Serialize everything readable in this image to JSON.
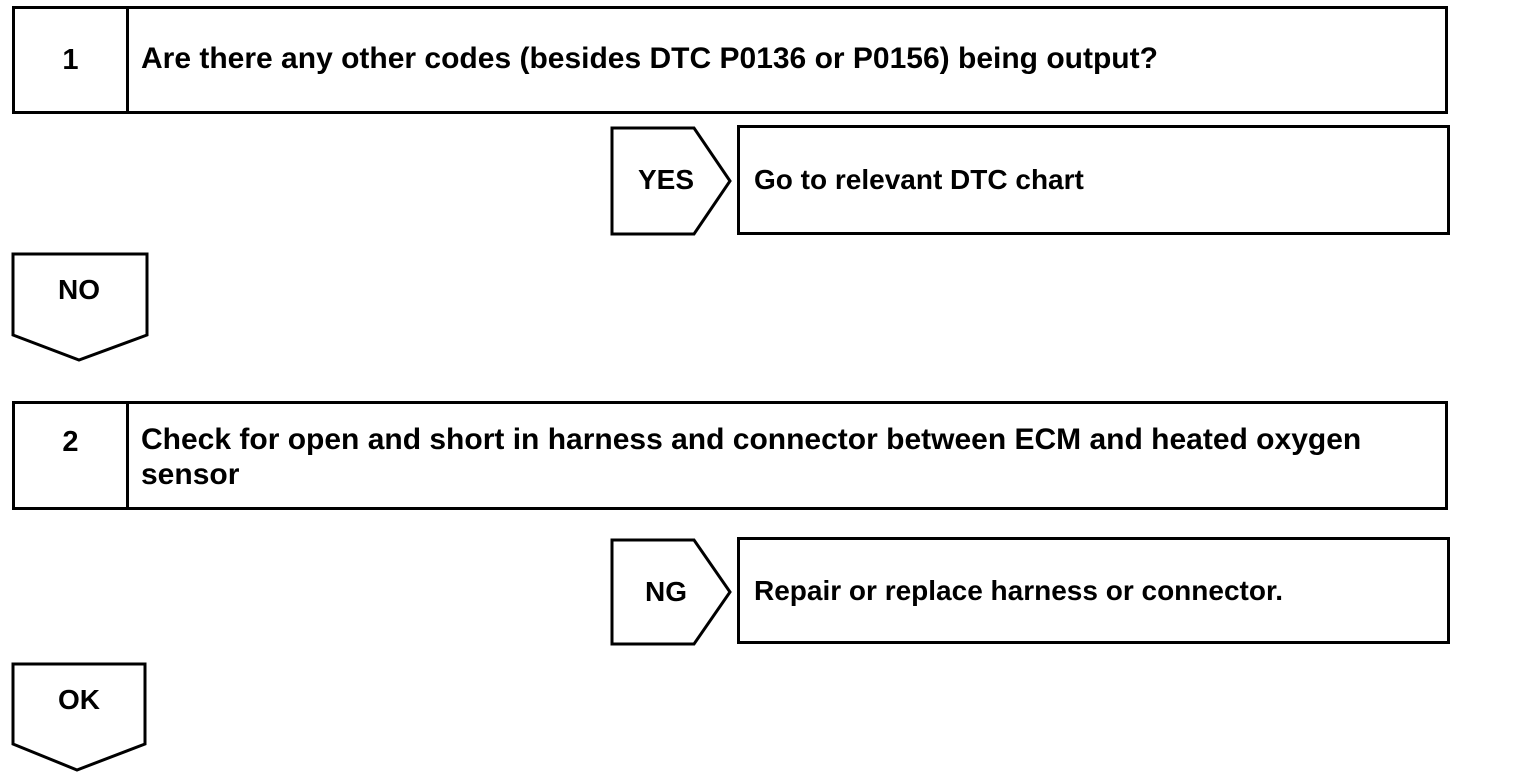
{
  "steps": [
    {
      "number": "1",
      "text": "Are there any other codes (besides DTC P0136 or P0156) being output?"
    },
    {
      "number": "2",
      "text": "Check for open and short in harness and connector between ECM and heated oxygen sensor"
    }
  ],
  "branches": {
    "yes": {
      "label": "YES",
      "result": "Go to relevant DTC chart"
    },
    "no": {
      "label": "NO"
    },
    "ng": {
      "label": "NG",
      "result": "Repair or replace harness or connector."
    },
    "ok": {
      "label": "OK"
    }
  }
}
